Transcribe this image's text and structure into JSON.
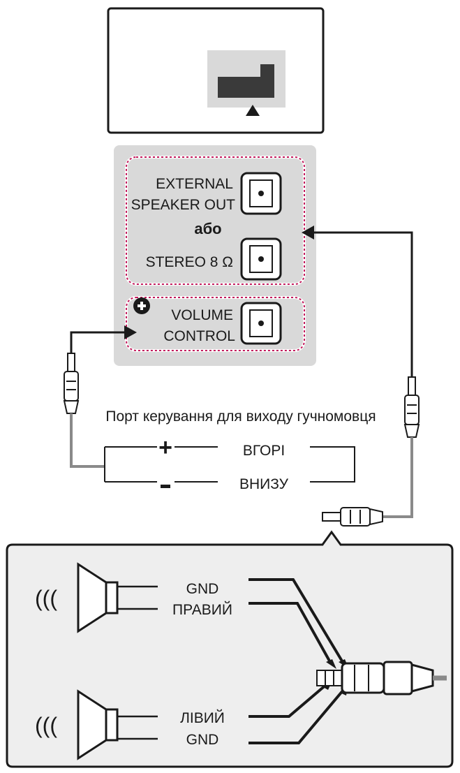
{
  "panel": {
    "external_speaker_out_line1": "EXTERNAL",
    "external_speaker_out_line2": "SPEAKER OUT",
    "or_label": "або",
    "stereo_label": "STEREO 8 Ω",
    "volume_control_line1": "VOLUME",
    "volume_control_line2": "CONTROL"
  },
  "control_port": {
    "title": "Порт керування для виходу гучномовця",
    "up_label": "ВГОРІ",
    "down_label": "ВНИЗУ",
    "plus_symbol": "+",
    "minus_symbol": "–"
  },
  "speakers": {
    "gnd_top": "GND",
    "right": "ПРАВИЙ",
    "left": "ЛІВИЙ",
    "gnd_bottom": "GND",
    "sound_waves": "(((",
    "sound_waves_2": "((("
  },
  "colors": {
    "panel_gray": "#d9d9d9",
    "dotted_red": "#c2185b",
    "wire_gray": "#8a8a8a",
    "outline": "#1a1a1a",
    "bottom_box": "#eeeeee"
  }
}
